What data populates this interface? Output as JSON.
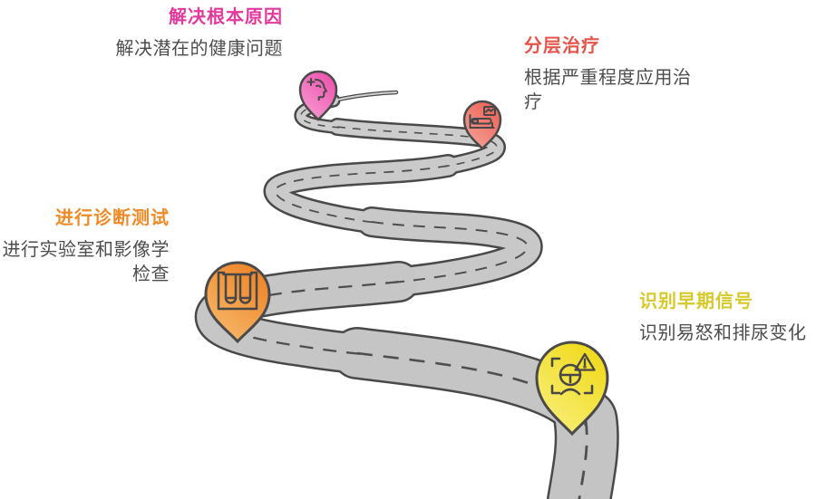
{
  "diagram": {
    "type": "journey-roadmap",
    "background": "#ffffff",
    "road": {
      "surface_color": "#c9c9c9",
      "outline_color": "#494949",
      "dash_color": "#4f4f4f"
    }
  },
  "milestones": [
    {
      "id": "address-root-cause",
      "title": "解决根本原因",
      "description": "解决潜在的健康问题",
      "title_color": "#e03a9c",
      "pin_color": "#ed51ad",
      "pin_color_light": "#f79ed2",
      "icon": "mental-health-icon"
    },
    {
      "id": "tiered-treatment",
      "title": "分层治疗",
      "description": "根据严重程度应用治疗",
      "title_color": "#e4544a",
      "pin_color": "#ec6156",
      "pin_color_light": "#f5a49b",
      "icon": "hospital-bed-icon"
    },
    {
      "id": "diagnostic-testing",
      "title": "进行诊断测试",
      "description": "进行实验室和影像学检查",
      "title_color": "#ee8b28",
      "pin_color": "#ee8325",
      "pin_color_light": "#f7bb6e",
      "icon": "test-tubes-icon"
    },
    {
      "id": "early-signals",
      "title": "识别早期信号",
      "description": "识别易怒和排尿变化",
      "title_color": "#d6c92b",
      "pin_color": "#f0d918",
      "pin_color_light": "#f8f07e",
      "icon": "face-alert-icon"
    }
  ]
}
